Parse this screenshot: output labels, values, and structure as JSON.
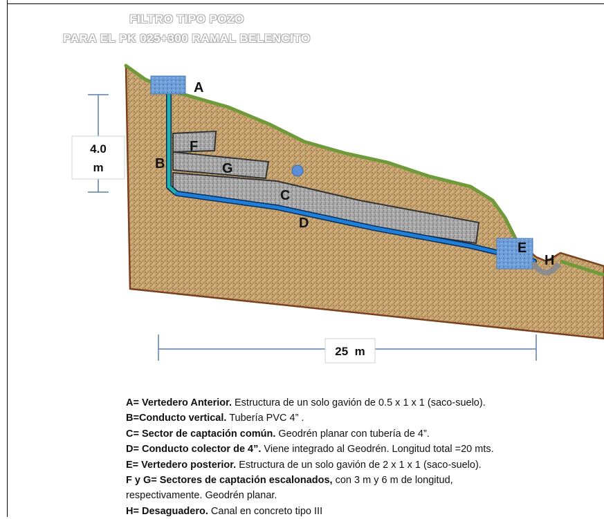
{
  "title": {
    "line1": "FILTRO TIPO POZO",
    "line2": "PARA EL PK 025+300 RAMAL BELENCITO"
  },
  "labels": {
    "A": "A",
    "B": "B",
    "C": "C",
    "D": "D",
    "E": "E",
    "F": "F",
    "G": "G",
    "H": "H"
  },
  "dimensions": {
    "height_value": "4.0",
    "height_unit": "m",
    "length": "25  m"
  },
  "legend": [
    {
      "bold": "A= Vertedero Anterior.",
      "text": " Estructura de un solo  gavión de 0.5 x 1 x 1 (saco-suelo)."
    },
    {
      "bold": "B=Conducto  vertical.",
      "text": " Tubería PVC 4” ."
    },
    {
      "bold": "C= Sector de captación común.",
      "text": " Geodrén planar con tubería de 4”."
    },
    {
      "bold": "D=  Conducto colector de 4”.",
      "text": " Viene integrado al Geodrén. Longitud total =20 mts."
    },
    {
      "bold": "E= Vertedero posterior.",
      "text": " Estructura de un solo  gavión de 2 x 1 x 1 (saco-suelo)."
    },
    {
      "bold": "F y G= Sectores de captación  escalonados,",
      "text": " con 3 m y 6 m de longitud,"
    },
    {
      "bold": "",
      "text": "respectivamente. Geodrén planar."
    },
    {
      "bold": "H= Desaguadero.",
      "text": " Canal  en concreto tipo III"
    }
  ],
  "colors": {
    "soil": "#c9a774",
    "grass": "#6f9a3a",
    "soil_border": "#7a3f1d",
    "gravel": "#a8a8a8",
    "pipe": "#1f7fd6",
    "vertical_pipe": "#20b2aa",
    "gabion": "#6f9fd8",
    "channel": "#8c8c8c"
  }
}
